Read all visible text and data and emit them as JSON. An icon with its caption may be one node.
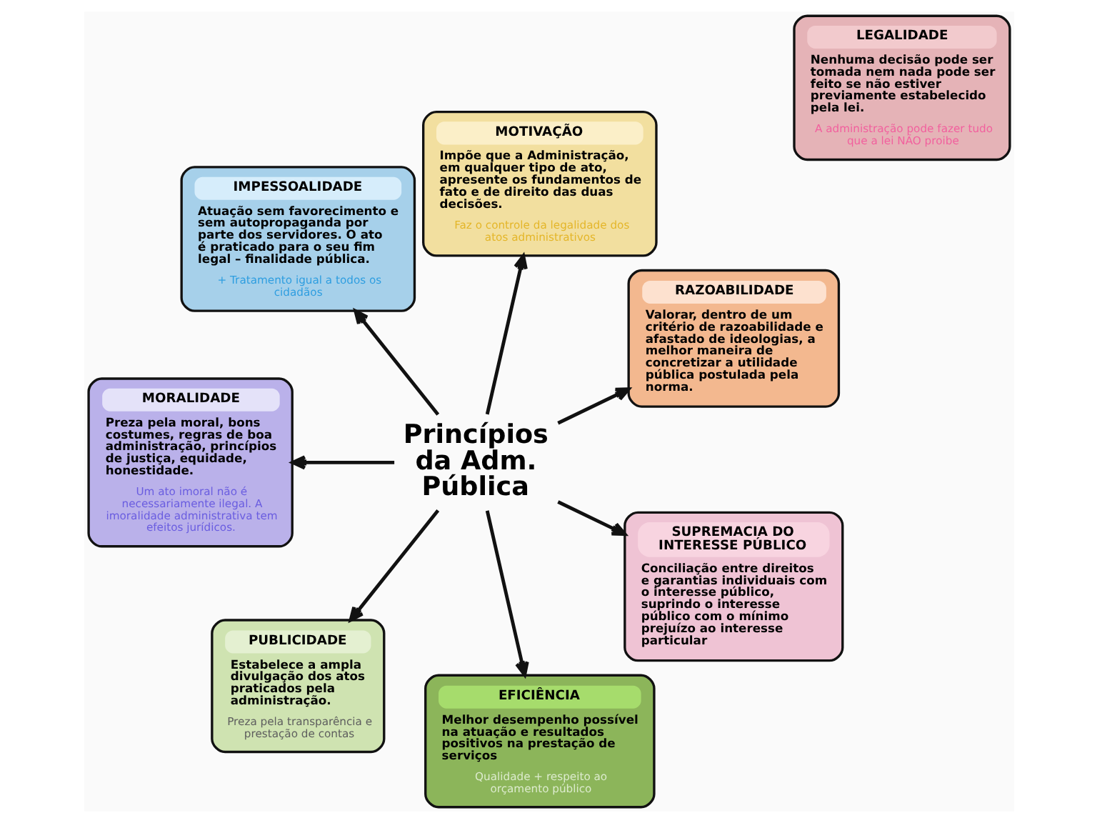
{
  "diagram": {
    "nodes": [
      {
        "text": [
          "Princípios da Adm. Pública"
        ]
      },
      {
        "text": [
          "LEGALIDADE",
          "Nenhuma decisão pode ser tomada nem nada pode ser feito se não estiver previamente estabelecido pela lei.",
          "A administração pode fazer tudo que a lei NÃO proibe"
        ]
      },
      {
        "text": [
          "IMPESSOALIDADE",
          "Atuação sem favorecimento e sem autopropaganda por parte dos servidores. O ato é praticado para o seu fim legal – finalidade pública.",
          "+ Tratamento igual a todos os cidadãos"
        ]
      },
      {
        "text": [
          "MOTIVAÇÃO",
          "Impõe que a Administração, em qualquer tipo de ato, apresente os fundamentos de fato e de direito das duas decisões.",
          "Faz o controle da legalidade dos atos administrativos"
        ]
      },
      {
        "text": [
          "MORALIDADE",
          "Preza pela moral, bons costumes, regras de boa administração, princípios de justiça, equidade, honestidade.",
          "Um ato imoral não é necessariamente ilegal. A imoralidade administrativa tem efeitos jurídicos."
        ]
      },
      {
        "text": [
          "RAZOABILIDADE",
          "Valorar, dentro de um critério de razoabilidade e afastado de ideologias, a melhor maneira de concretizar a utilidade pública postulada pela norma."
        ]
      },
      {
        "text": [
          "PUBLICIDADE",
          "Estabelece a ampla divulgação dos atos praticados pela administração.",
          "Preza pela transparência e prestação de contas"
        ]
      },
      {
        "text": [
          "EFICIÊNCIA",
          "Melhor desempenho possível na atuação e resultados positivos na prestação de serviços",
          "Qualidade + respeito ao orçamento público"
        ]
      },
      {
        "text": [
          "SUPREMACIA DO INTERESSE PÚBLICO",
          "Conciliação entre direitos e garantias individuais com o interesse público, suprindo o interesse público com o mínimo prejuízo ao interesse particular"
        ]
      }
    ],
    "edges": [
      {
        "from": 0,
        "to": 2,
        "arrow": "to"
      },
      {
        "from": 0,
        "to": 3,
        "arrow": "to"
      },
      {
        "from": 0,
        "to": 5,
        "arrow": "to"
      },
      {
        "from": 0,
        "to": 8,
        "arrow": "to"
      },
      {
        "from": 0,
        "to": 7,
        "arrow": "to"
      },
      {
        "from": 0,
        "to": 6,
        "arrow": "to"
      },
      {
        "from": 0,
        "to": 4,
        "arrow": "to"
      }
    ]
  }
}
